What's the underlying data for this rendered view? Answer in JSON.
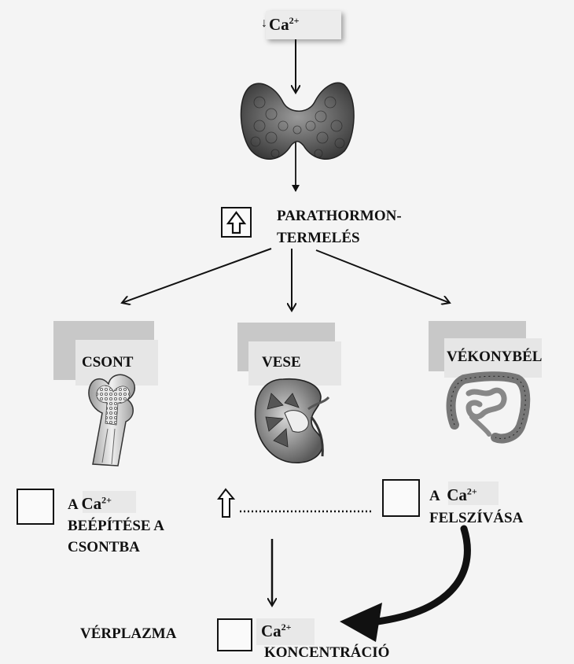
{
  "top_signal": {
    "arrow": "↓",
    "label": "Ca",
    "charge": "2+"
  },
  "pth": {
    "line1": "PARATHORMON-",
    "line2": "TERMELÉS",
    "icon": "up-arrow-icon"
  },
  "organs": {
    "bone": "CSONT",
    "kidney": "VESE",
    "intestine": "VÉKONYBÉL"
  },
  "effects": {
    "bone": {
      "line1_prefix": "A ",
      "ion": "Ca",
      "charge": "2+",
      "line2": "BEÉPÍTÉSE A",
      "line3": "CSONTBA"
    },
    "intestine": {
      "line1_prefix": "A  ",
      "ion": "Ca",
      "charge": "2+",
      "line2": "FELSZÍVÁSA"
    }
  },
  "plasma": {
    "label": "VÉRPLAZMA",
    "ion": "Ca",
    "charge": "2+",
    "line2": "KONCENTRÁCIÓ"
  },
  "colors": {
    "ink": "#111111",
    "card": "#c8c8c8",
    "card_front": "#e6e6e6",
    "tissue": "#8a8a8a"
  }
}
